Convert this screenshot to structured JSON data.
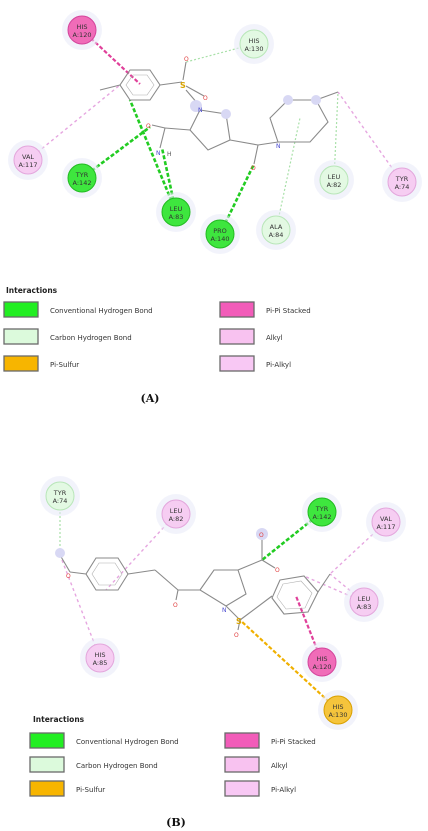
{
  "panel_a": {
    "label": "(A)",
    "legend_title": "Interactions",
    "residues": [
      {
        "name": "HIS",
        "id": "A:120",
        "type": "pi-pi"
      },
      {
        "name": "HIS",
        "id": "A:130",
        "type": "carbon-hb"
      },
      {
        "name": "VAL",
        "id": "A:117",
        "type": "alkyl"
      },
      {
        "name": "TYR",
        "id": "A:142",
        "type": "conventional-hb"
      },
      {
        "name": "LEU",
        "id": "A:83",
        "type": "conventional-hb"
      },
      {
        "name": "PRO",
        "id": "A:140",
        "type": "conventional-hb"
      },
      {
        "name": "ALA",
        "id": "A:84",
        "type": "carbon-hb"
      },
      {
        "name": "LEU",
        "id": "A:82",
        "type": "carbon-hb"
      },
      {
        "name": "TYR",
        "id": "A:74",
        "type": "alkyl"
      }
    ]
  },
  "panel_b": {
    "label": "(B)",
    "legend_title": "Interactions",
    "residues": [
      {
        "name": "TYR",
        "id": "A:74",
        "type": "carbon-hb"
      },
      {
        "name": "LEU",
        "id": "A:82",
        "type": "alkyl"
      },
      {
        "name": "TYR",
        "id": "A:142",
        "type": "conventional-hb"
      },
      {
        "name": "VAL",
        "id": "A:117",
        "type": "alkyl"
      },
      {
        "name": "LEU",
        "id": "A:83",
        "type": "alkyl"
      },
      {
        "name": "HIS",
        "id": "A:85",
        "type": "alkyl"
      },
      {
        "name": "HIS",
        "id": "A:120",
        "type": "pi-pi"
      },
      {
        "name": "HIS",
        "id": "A:130",
        "type": "pi-sulfur"
      }
    ]
  },
  "legend": [
    {
      "label": "Conventional Hydrogen Bond",
      "color": "#22ee22"
    },
    {
      "label": "Carbon Hydrogen Bond",
      "color": "#dcfadc"
    },
    {
      "label": "Pi-Sulfur",
      "color": "#f7b500"
    },
    {
      "label": "Pi-Pi Stacked",
      "color": "#f25cb9"
    },
    {
      "label": "Alkyl",
      "color": "#f8c2f0"
    },
    {
      "label": "Pi-Alkyl",
      "color": "#f8c8f4"
    }
  ],
  "type_colors": {
    "conventional-hb": {
      "fill": "#3ee63e",
      "stroke": "#22bb22",
      "line": "#22cc22"
    },
    "carbon-hb": {
      "fill": "#e3f9e3",
      "stroke": "#b8e6b8",
      "line": "#a8e0a8"
    },
    "pi-sulfur": {
      "fill": "#f5c43c",
      "stroke": "#d9a000",
      "line": "#f0b000"
    },
    "pi-pi": {
      "fill": "#f06cb8",
      "stroke": "#d4449c",
      "line": "#e0409a"
    },
    "alkyl": {
      "fill": "#f6cdf2",
      "stroke": "#e3a6dc",
      "line": "#e6a6e0"
    }
  },
  "atoms": {
    "sulfur": "S",
    "oxygen": "O",
    "nitrogen": "N",
    "hydrogen": "H"
  }
}
